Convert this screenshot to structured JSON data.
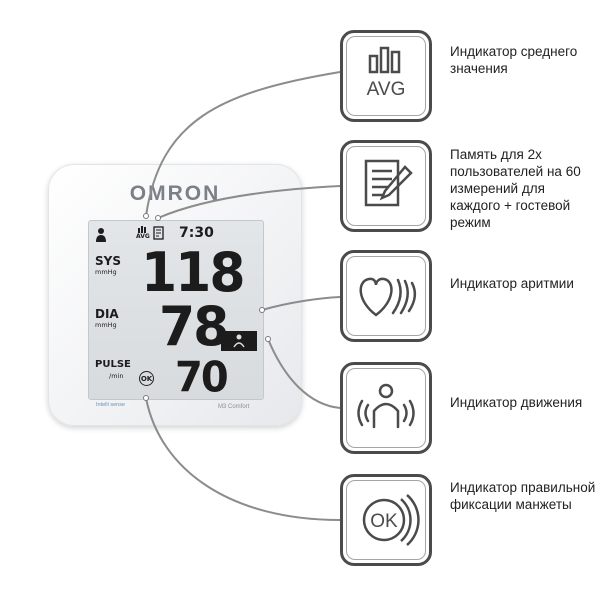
{
  "device": {
    "brand": "OMRON",
    "model": "M3 Comfort",
    "intellisense": "Intelli sense",
    "display": {
      "avg_label": "AVG",
      "time": "7:30",
      "sys_label": "SYS",
      "sys_unit": "mmHg",
      "sys_value": "118",
      "dia_label": "DIA",
      "dia_unit": "mmHg",
      "dia_value": "78",
      "pulse_label": "PULSE",
      "pulse_unit": "/min",
      "pulse_value": "70",
      "ok_label": "OK"
    }
  },
  "callouts": [
    {
      "icon": "avg-bars-icon",
      "icon_text": "AVG",
      "label": "Индикатор среднего значения"
    },
    {
      "icon": "memory-notepad-icon",
      "label": "Память для 2х пользователей на 60 измерений для каждого + гостевой режим"
    },
    {
      "icon": "heart-arrhythmia-icon",
      "label": "Индикатор аритмии"
    },
    {
      "icon": "motion-person-icon",
      "label": "Индикатор движения"
    },
    {
      "icon": "ok-cuff-icon",
      "icon_text": "OK",
      "label": "Индикатор правильной фиксации манжеты"
    }
  ],
  "colors": {
    "outline": "#4b4b4b",
    "connector": "#8c8c8c",
    "text": "#222222"
  }
}
